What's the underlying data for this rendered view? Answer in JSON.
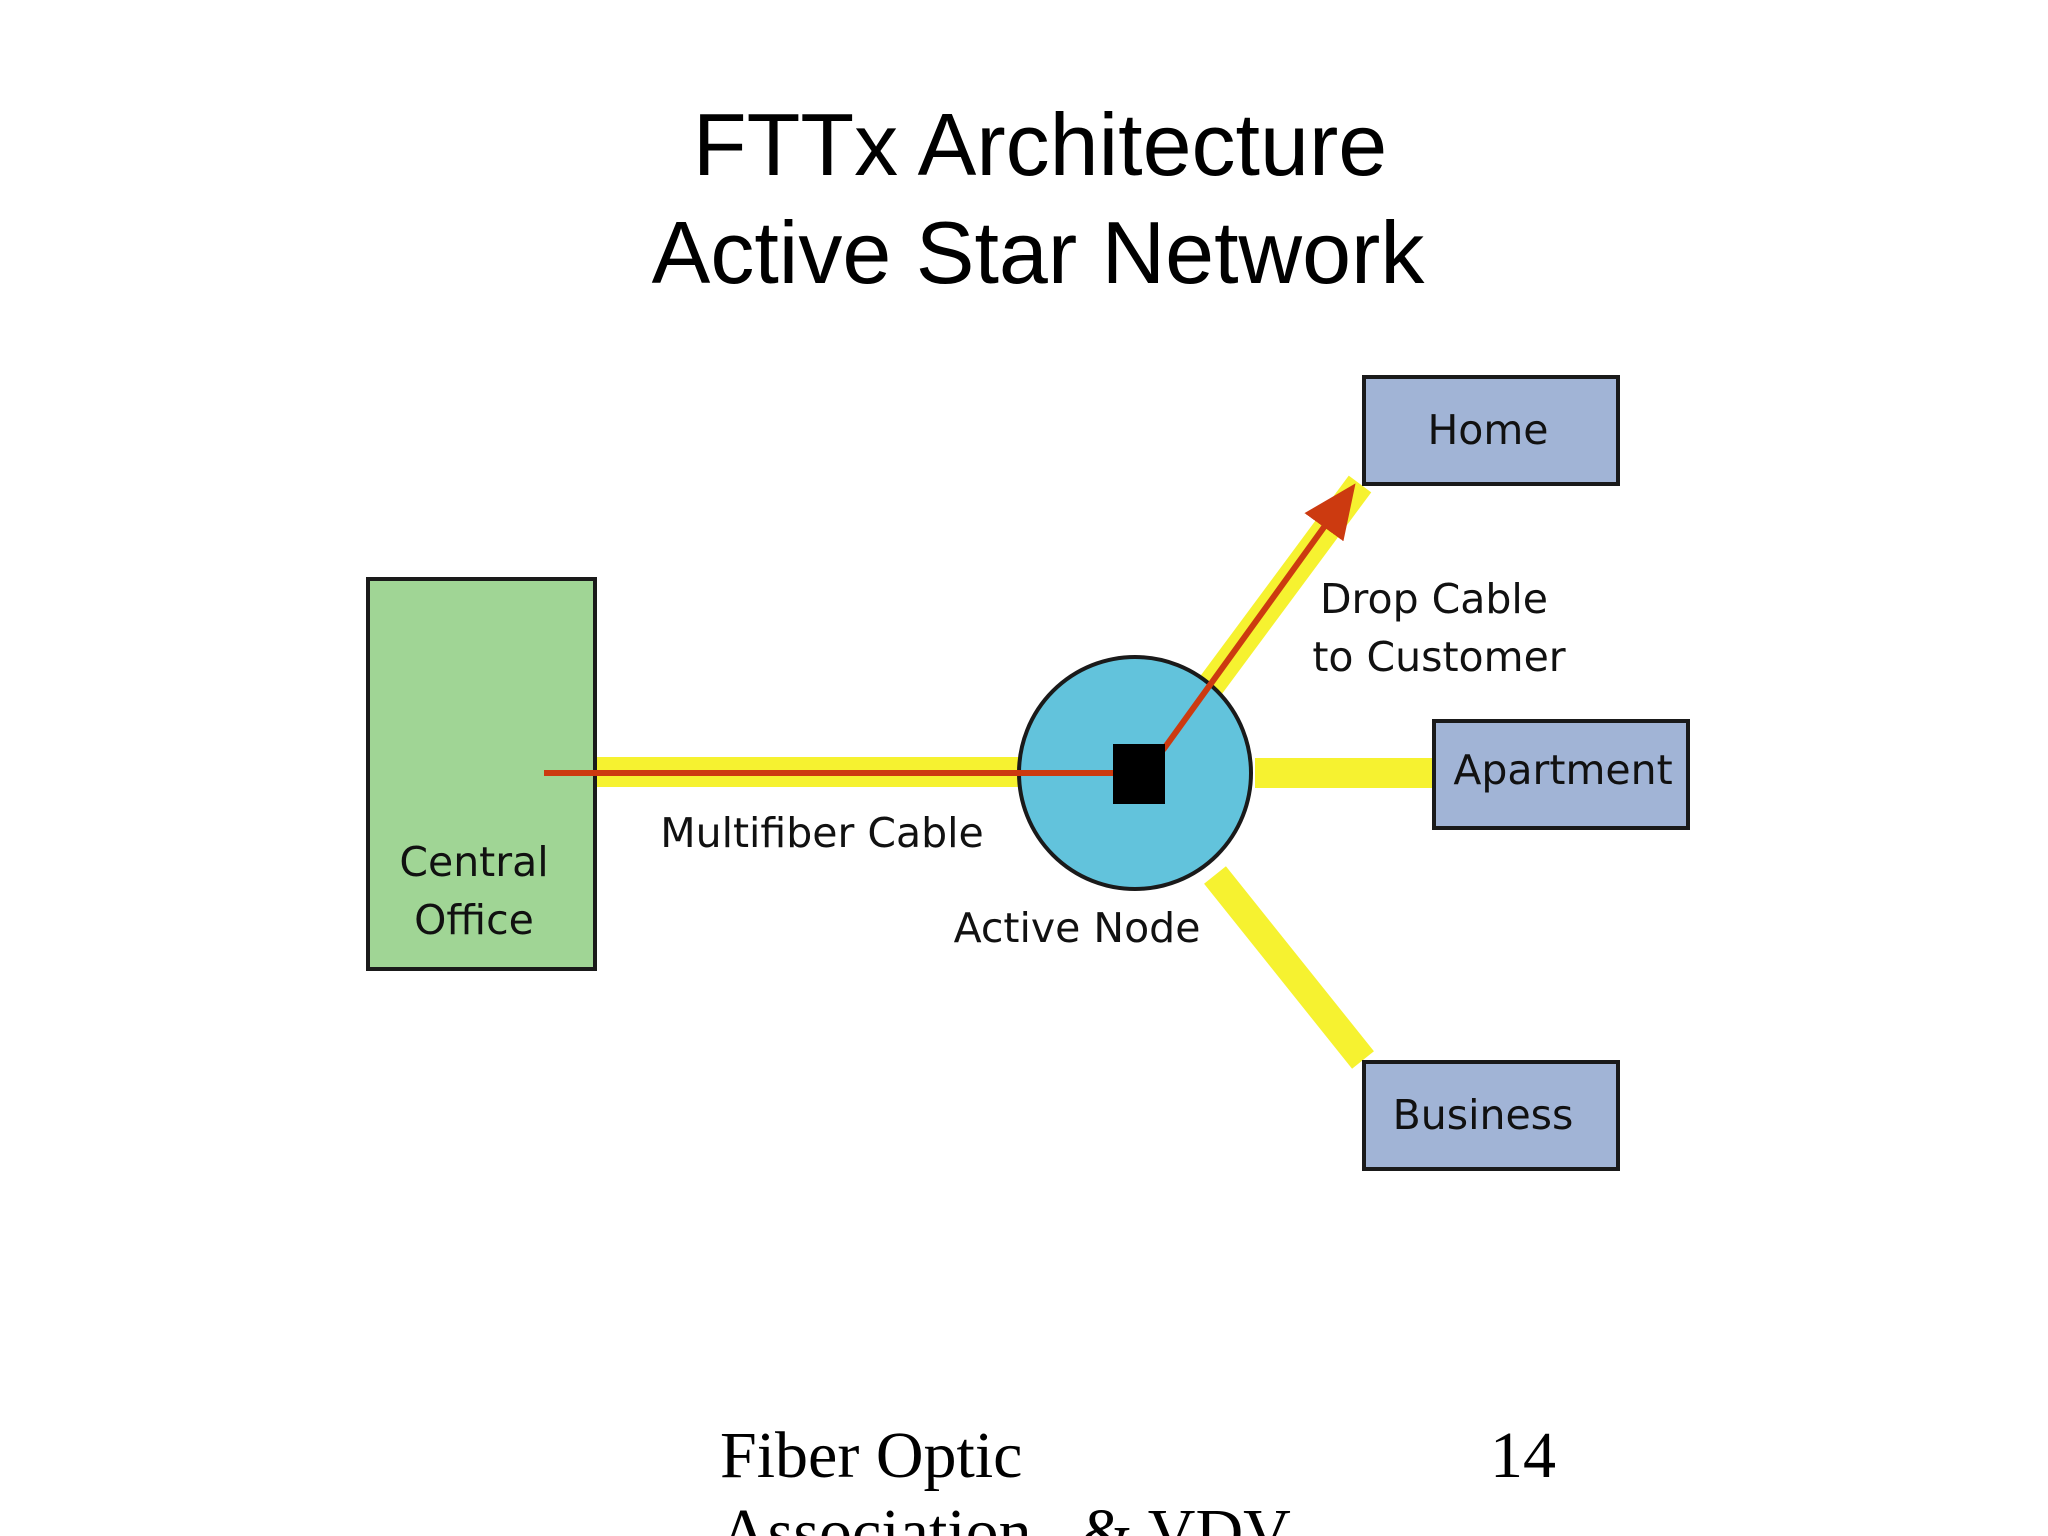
{
  "title": {
    "line1": "FTTx Architecture",
    "line2": "Active Star Network"
  },
  "diagram": {
    "central_office": {
      "line1": "Central",
      "line2": "Office"
    },
    "multifiber_cable": "Multifiber Cable",
    "active_node": "Active Node",
    "drop_cable": {
      "line1": "Drop Cable",
      "line2": "to Customer"
    },
    "home": "Home",
    "apartment": "Apartment",
    "business": "Business"
  },
  "colors": {
    "central_office_fill": "#a0d595",
    "node_fill": "#62c3dc",
    "box_fill": "#a1b4d6",
    "cable_yellow": "#f6f230",
    "fiber_red": "#cc3a10"
  },
  "footer": {
    "line1": "Fiber Optic",
    "line2": "Association , & VDV",
    "page_number": "14"
  }
}
